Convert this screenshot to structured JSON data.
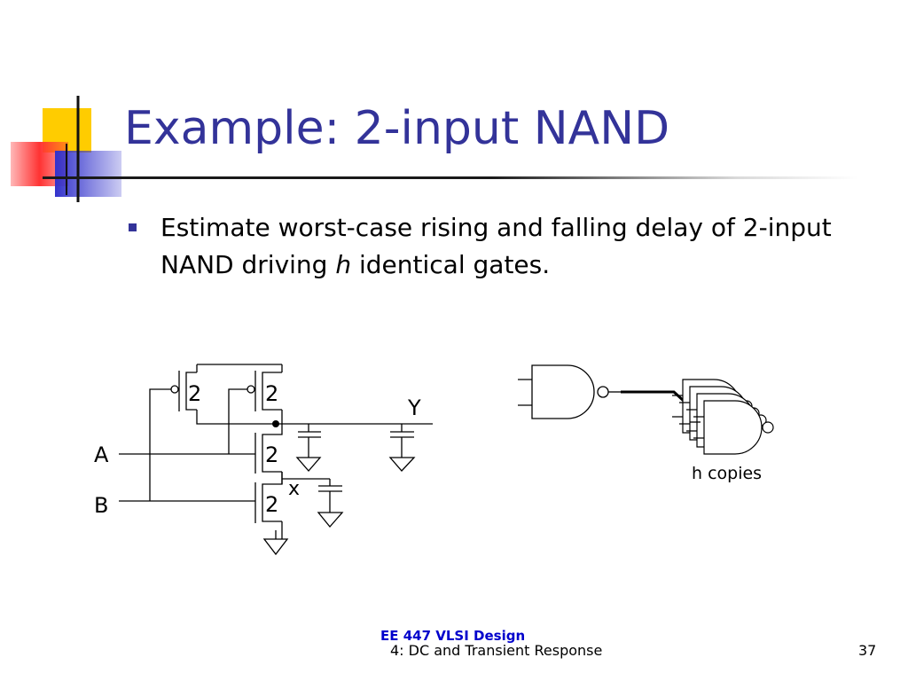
{
  "slide": {
    "title": "Example: 2-input NAND",
    "bullets": [
      {
        "text_before": "Estimate worst-case rising and falling delay of 2-input NAND driving ",
        "italic": "h",
        "text_after": " identical gates."
      }
    ]
  },
  "schematic": {
    "labels": {
      "input_a": "A",
      "input_b": "B",
      "output": "Y",
      "internal_node": "x",
      "pmos_a_width": "2",
      "pmos_b_width": "2",
      "nmos_a_width": "2",
      "nmos_b_width": "2"
    },
    "load_label": "h copies"
  },
  "footer": {
    "course": "EE 447 VLSI Design",
    "topic": "4: DC and Transient Response",
    "page": "37"
  },
  "colors": {
    "title": "#333399",
    "course_footer": "#0000cc",
    "logo_yellow": "#ffcc00",
    "logo_red": "#ff3333",
    "logo_blue": "#3333cc"
  }
}
